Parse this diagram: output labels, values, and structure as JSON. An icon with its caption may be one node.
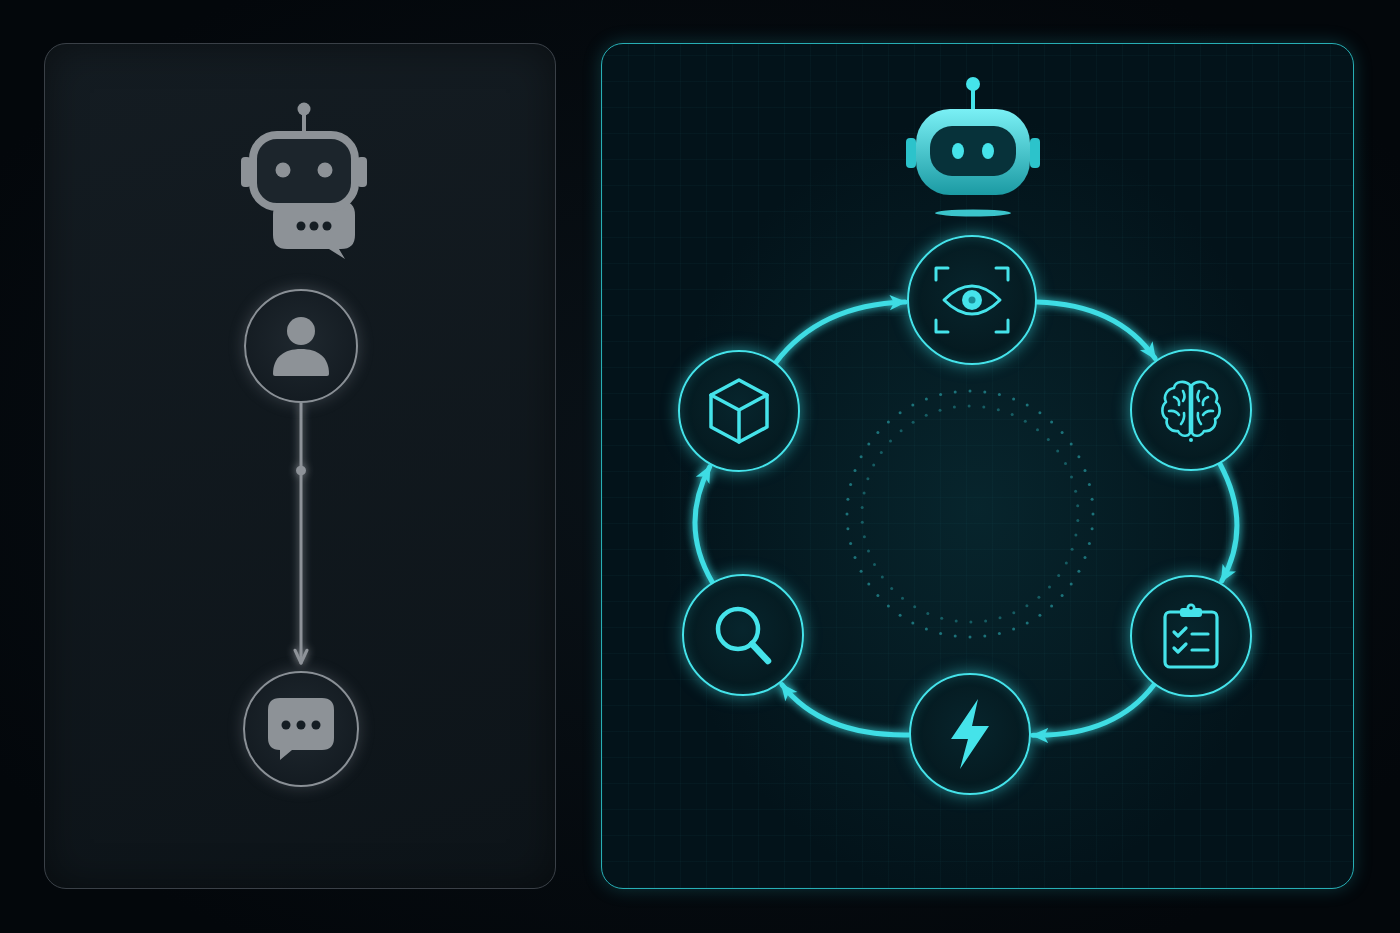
{
  "diagram": {
    "nodes": [
      {
        "text": [],
        "shape": "box"
      },
      {
        "text": [],
        "shape": "circle",
        "in": 0
      },
      {
        "text": [],
        "shape": "circle",
        "in": 0
      },
      {
        "text": [],
        "shape": "box"
      },
      {
        "text": [],
        "shape": "circle",
        "in": 3
      },
      {
        "text": [],
        "shape": "circle",
        "in": 3
      },
      {
        "text": [],
        "shape": "circle",
        "in": 3
      },
      {
        "text": [],
        "shape": "circle",
        "in": 3
      },
      {
        "text": [],
        "shape": "circle",
        "in": 3
      },
      {
        "text": [],
        "shape": "circle",
        "in": 3
      }
    ],
    "edges": [
      {
        "from": 1,
        "to": 2,
        "arrow": "to",
        "color": "#8e9399"
      },
      {
        "from": 4,
        "to": 5,
        "arrow": "to"
      },
      {
        "from": 5,
        "to": 6,
        "arrow": "to"
      },
      {
        "from": 6,
        "to": 7,
        "arrow": "to"
      },
      {
        "from": 7,
        "to": 8,
        "arrow": "to"
      },
      {
        "from": 8,
        "to": 9,
        "arrow": "to"
      },
      {
        "from": 9,
        "to": 4,
        "arrow": "to"
      }
    ]
  }
}
